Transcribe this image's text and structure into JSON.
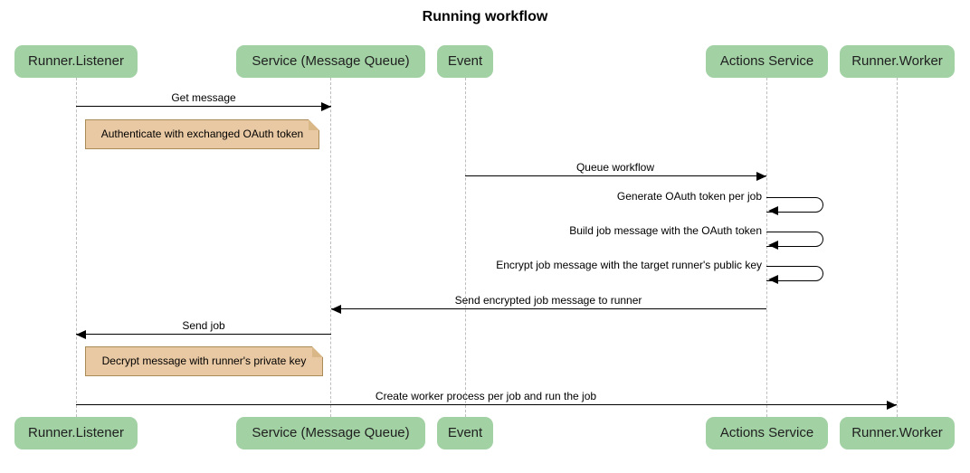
{
  "title": "Running workflow",
  "diagram_type": "sequence",
  "actors": [
    {
      "id": "runner-listener",
      "name": "Runner.Listener"
    },
    {
      "id": "service-mq",
      "name": "Service (Message Queue)"
    },
    {
      "id": "event",
      "name": "Event"
    },
    {
      "id": "actions-service",
      "name": "Actions Service"
    },
    {
      "id": "runner-worker",
      "name": "Runner.Worker"
    }
  ],
  "messages": [
    {
      "label": "Get message",
      "from": "Runner.Listener",
      "to": "Service (Message Queue)",
      "kind": "arrow-right"
    },
    {
      "label": "Queue workflow",
      "from": "Event",
      "to": "Actions Service",
      "kind": "arrow-right"
    },
    {
      "label": "Generate OAuth token per job",
      "from": "Actions Service",
      "to": "Actions Service",
      "kind": "self"
    },
    {
      "label": "Build job message with the OAuth token",
      "from": "Actions Service",
      "to": "Actions Service",
      "kind": "self"
    },
    {
      "label": "Encrypt job message with the target runner's public key",
      "from": "Actions Service",
      "to": "Actions Service",
      "kind": "self"
    },
    {
      "label": "Send encrypted job message to runner",
      "from": "Actions Service",
      "to": "Service (Message Queue)",
      "kind": "arrow-left"
    },
    {
      "label": "Send job",
      "from": "Service (Message Queue)",
      "to": "Runner.Listener",
      "kind": "arrow-left"
    },
    {
      "label": "Create worker process per job and run the job",
      "from": "Runner.Listener",
      "to": "Runner.Worker",
      "kind": "arrow-right"
    }
  ],
  "notes": [
    {
      "text": "Authenticate with exchanged OAuth token",
      "position": "right of Runner.Listener"
    },
    {
      "text": "Decrypt message with runner's private key",
      "position": "right of Runner.Listener"
    }
  ],
  "colors": {
    "background": "#ffffff",
    "actor_fill": "#a2d1a4",
    "actor_text": "#1f1f1f",
    "note_fill": "#e9c9a3",
    "note_border": "#a98b57",
    "note_fold": "#d9b787",
    "lifeline": "#bdbdbd",
    "line": "#000000",
    "text": "#000000"
  }
}
